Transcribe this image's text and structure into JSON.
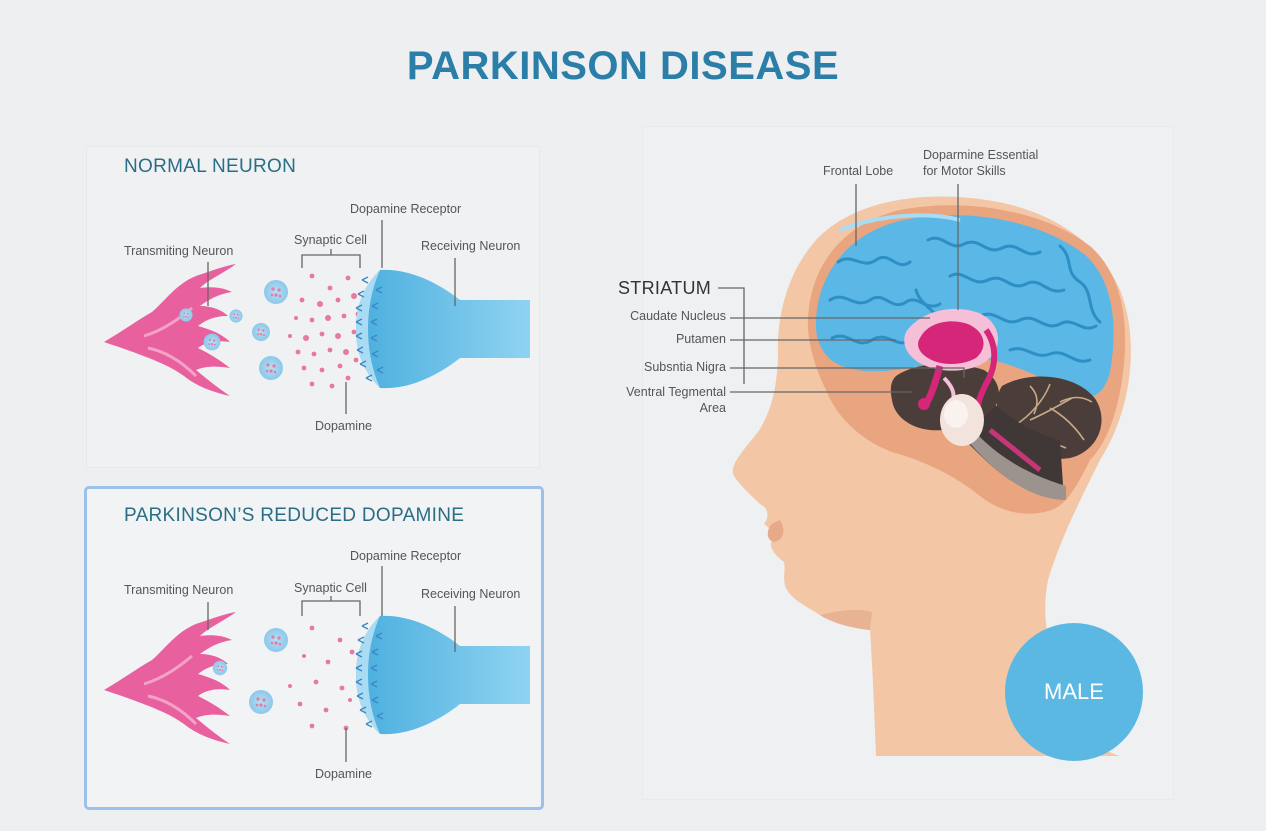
{
  "title": "PARKINSON DISEASE",
  "normal": {
    "title": "NORMAL NEURON",
    "transmitting": "Transmiting Neuron",
    "synaptic": "Synaptic Cell",
    "receptor": "Dopamine Receptor",
    "receiving": "Receiving Neuron",
    "dopamine": "Dopamine"
  },
  "reduced": {
    "title": "PARKINSON’S REDUCED DOPAMINE",
    "transmitting": "Transmiting Neuron",
    "synaptic": "Synaptic Cell",
    "receptor": "Dopamine Receptor",
    "receiving": "Receiving Neuron",
    "dopamine": "Dopamine"
  },
  "brain": {
    "frontal": "Frontal Lobe",
    "essential_1": "Doparmine Essential",
    "essential_2": "for Motor Skills",
    "striatum": "STRIATUM",
    "caudate": "Caudate Nucleus",
    "putamen": "Putamen",
    "nigra": "Subsntia Nigra",
    "ventral_1": "Ventral Tegmental",
    "ventral_2": "Area",
    "badge": "MALE"
  },
  "colors": {
    "title": "#2b7ea8",
    "neuron_pink": "#e8609d",
    "receiver_blue": "#5fbde8",
    "brain_blue": "#5bb7e6",
    "striatum_magenta": "#d6267a"
  }
}
